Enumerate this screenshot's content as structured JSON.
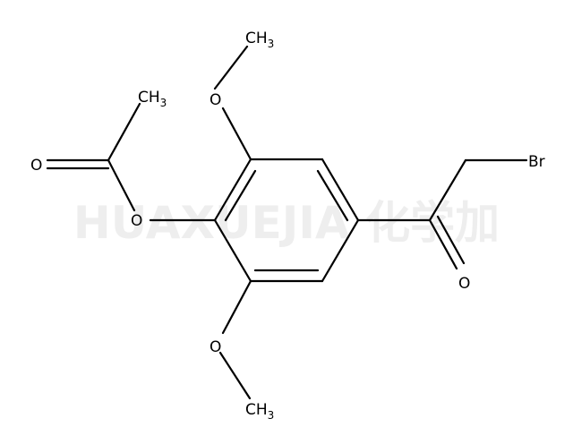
{
  "watermark": "HUAXUEJIA 化学加",
  "labels": {
    "ch3_top": {
      "main": "CH",
      "sub": "3"
    },
    "ch3_acetyl": {
      "main": "CH",
      "sub": "3"
    },
    "o_carbonyl_acetyl": "O",
    "o_ester": "O",
    "o_methoxy_top": "O",
    "o_methoxy_bottom": "O",
    "ch3_bottom": {
      "main": "CH",
      "sub": "3"
    },
    "br": "Br",
    "o_ketone": "O"
  }
}
